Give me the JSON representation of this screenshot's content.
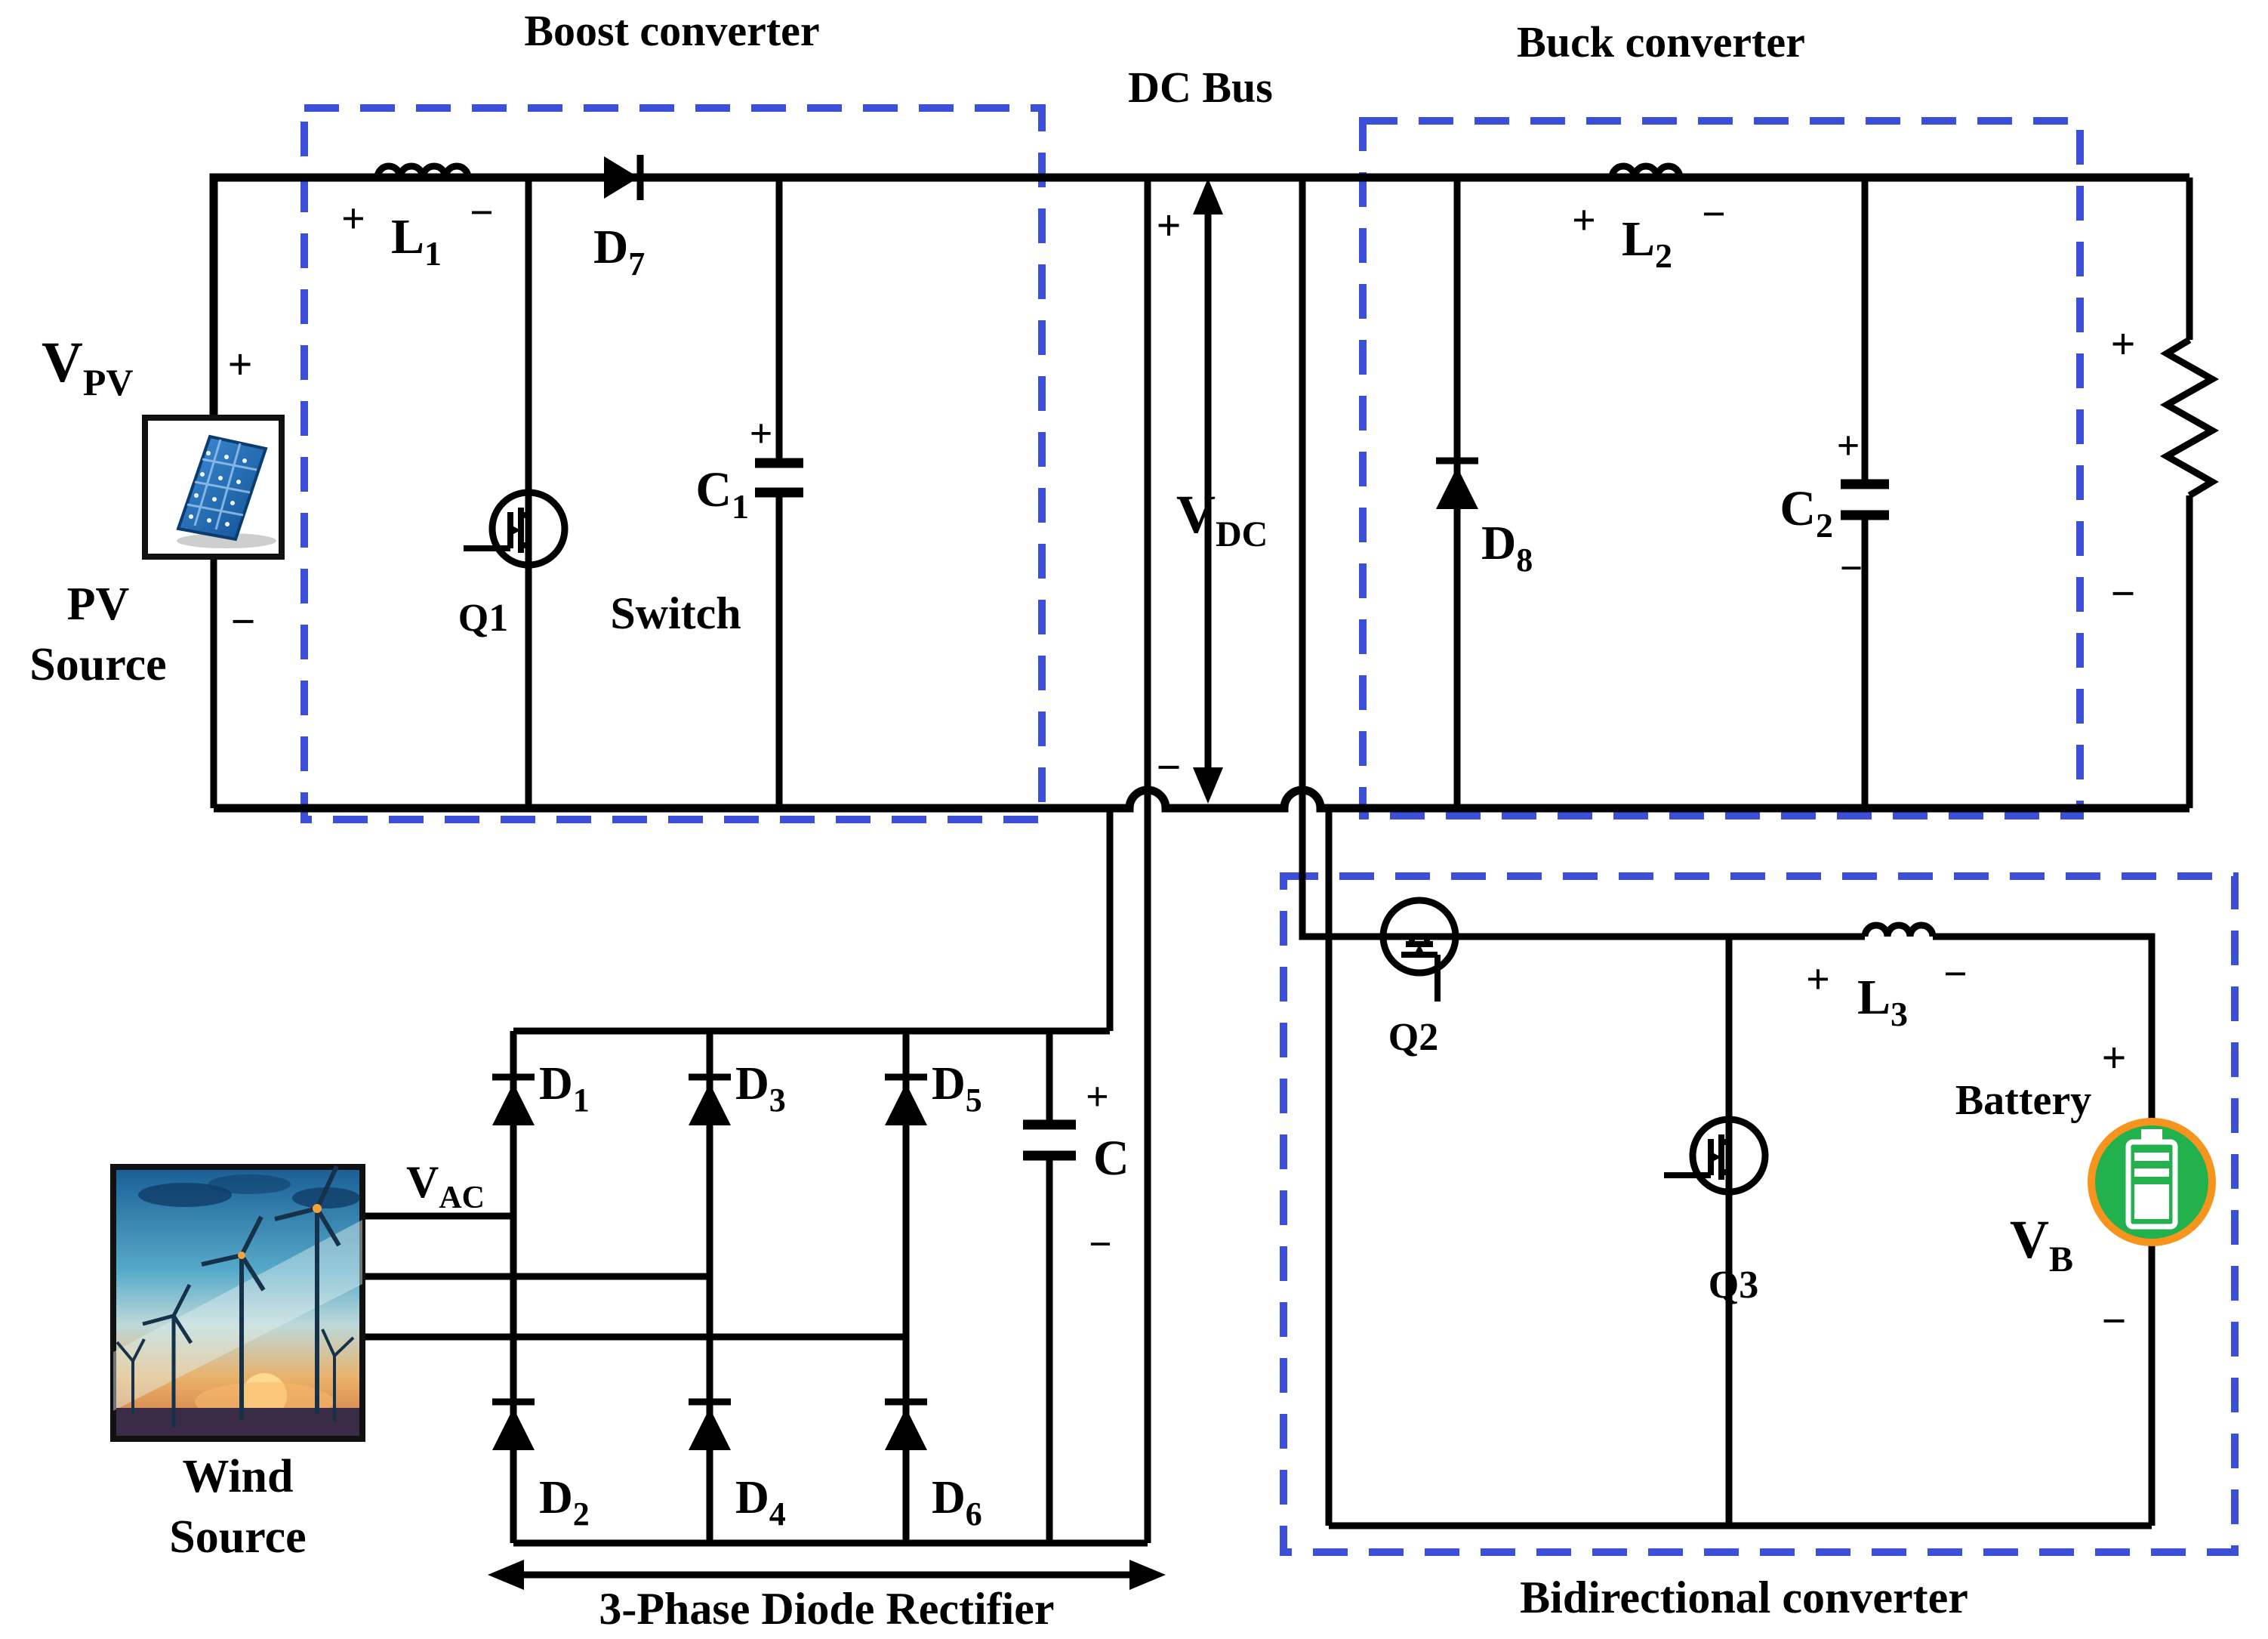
{
  "titles": {
    "boost": "Boost converter",
    "buck": "Buck converter",
    "dc_bus": "DC Bus",
    "rectifier": "3-Phase Diode Rectifier",
    "bidirectional": "Bidirectional converter"
  },
  "pv": {
    "v": "V",
    "v_sub": "PV",
    "plus": "+",
    "minus": "−",
    "name1": "PV",
    "name2": "Source"
  },
  "wind": {
    "v": "V",
    "v_sub": "AC",
    "name1": "Wind",
    "name2": "Source"
  },
  "boost": {
    "l1": {
      "plus": "+",
      "base": "L",
      "sub": "1",
      "minus": "−"
    },
    "d7": {
      "base": "D",
      "sub": "7"
    },
    "q1": {
      "name": "Q1",
      "switch": "Switch"
    },
    "c1": {
      "plus": "+",
      "base": "C",
      "sub": "1"
    }
  },
  "bus": {
    "plus": "+",
    "minus": "−",
    "v": "V",
    "v_sub": "DC"
  },
  "buck": {
    "d8": {
      "base": "D",
      "sub": "8"
    },
    "l2": {
      "plus": "+",
      "base": "L",
      "sub": "2",
      "minus": "−"
    },
    "c2": {
      "plus": "+",
      "base": "C",
      "sub": "2",
      "minus": "−"
    },
    "load": {
      "plus": "+",
      "minus": "−"
    }
  },
  "rectifier": {
    "d1": {
      "base": "D",
      "sub": "1"
    },
    "d2": {
      "base": "D",
      "sub": "2"
    },
    "d3": {
      "base": "D",
      "sub": "3"
    },
    "d4": {
      "base": "D",
      "sub": "4"
    },
    "d5": {
      "base": "D",
      "sub": "5"
    },
    "d6": {
      "base": "D",
      "sub": "6"
    },
    "c": {
      "plus": "+",
      "name": "C",
      "minus": "−"
    }
  },
  "bidirectional": {
    "q2": {
      "name": "Q2"
    },
    "q3": {
      "name": "Q3"
    },
    "l3": {
      "plus": "+",
      "base": "L",
      "sub": "3",
      "minus": "−"
    },
    "battery": {
      "plus": "+",
      "name": "Battery",
      "v": "V",
      "v_sub": "B",
      "minus": "−"
    }
  },
  "colors": {
    "dash_blue": "#3b4fd8",
    "battery_green": "#22b14c",
    "battery_ring": "#f7941d",
    "panel_blue": "#1f6cc0"
  }
}
